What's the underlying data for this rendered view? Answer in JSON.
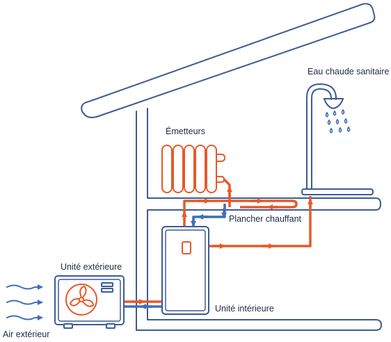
{
  "labels": {
    "hot_water": "Eau chaude sanitaire",
    "emitters": "Émetteurs",
    "floor_heating": "Plancher chauffant",
    "outdoor_unit": "Unité extérieure",
    "indoor_unit": "Unité intérieure",
    "outdoor_air": "Air extérieur"
  },
  "colors": {
    "structure": "#3e5a96",
    "hot": "#e65a2a",
    "cold": "#3f6fb8",
    "text": "#1f2a44"
  }
}
